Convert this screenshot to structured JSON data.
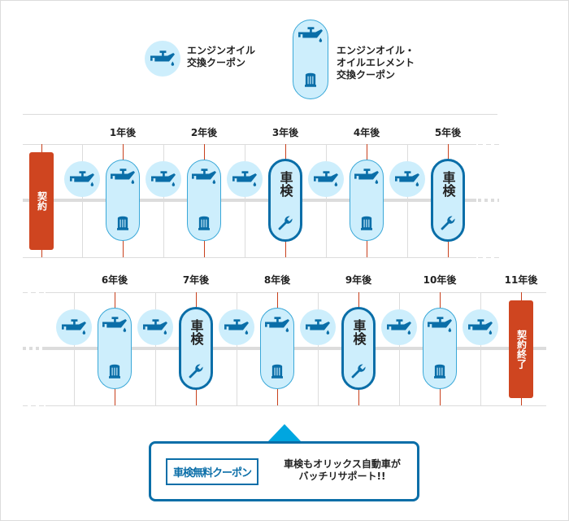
{
  "legend": {
    "oil": {
      "icon": "oil-can-icon",
      "label": "エンジンオイル\n交換クーポン"
    },
    "oil_element": {
      "icons": [
        "oil-can-icon",
        "oil-filter-icon"
      ],
      "label": "エンジンオイル・\nオイルエレメント\n交換クーポン"
    }
  },
  "colors": {
    "light_blue": "#cdeefc",
    "dark_blue": "#0a6ea8",
    "icon_blue": "#0a6ea8",
    "contract_red": "#cf4520",
    "grid_gray": "#dcdcdc",
    "arrow_blue": "#00a6e0"
  },
  "rows": [
    {
      "year_labels": [
        "1年後",
        "2年後",
        "3年後",
        "4年後",
        "5年後"
      ],
      "start_label": "契約",
      "items": [
        {
          "type": "contract",
          "label": "契約"
        },
        {
          "type": "oil"
        },
        {
          "type": "oil_element"
        },
        {
          "type": "oil"
        },
        {
          "type": "oil_element"
        },
        {
          "type": "oil"
        },
        {
          "type": "shaken",
          "label": "車検"
        },
        {
          "type": "oil"
        },
        {
          "type": "oil_element"
        },
        {
          "type": "oil"
        },
        {
          "type": "shaken",
          "label": "車検"
        }
      ]
    },
    {
      "year_labels": [
        "6年後",
        "7年後",
        "8年後",
        "9年後",
        "10年後",
        "11年後"
      ],
      "end_label": "契約終了",
      "items": [
        {
          "type": "oil"
        },
        {
          "type": "oil_element"
        },
        {
          "type": "oil"
        },
        {
          "type": "shaken",
          "label": "車検"
        },
        {
          "type": "oil"
        },
        {
          "type": "oil_element"
        },
        {
          "type": "oil"
        },
        {
          "type": "shaken",
          "label": "車検"
        },
        {
          "type": "oil"
        },
        {
          "type": "oil_element"
        },
        {
          "type": "oil"
        },
        {
          "type": "contract",
          "label": "契約終了"
        }
      ]
    }
  ],
  "callout": {
    "logo_text": "車検無料クーポン",
    "message": "車検もオリックス自動車が\nバッチリサポート!!"
  }
}
